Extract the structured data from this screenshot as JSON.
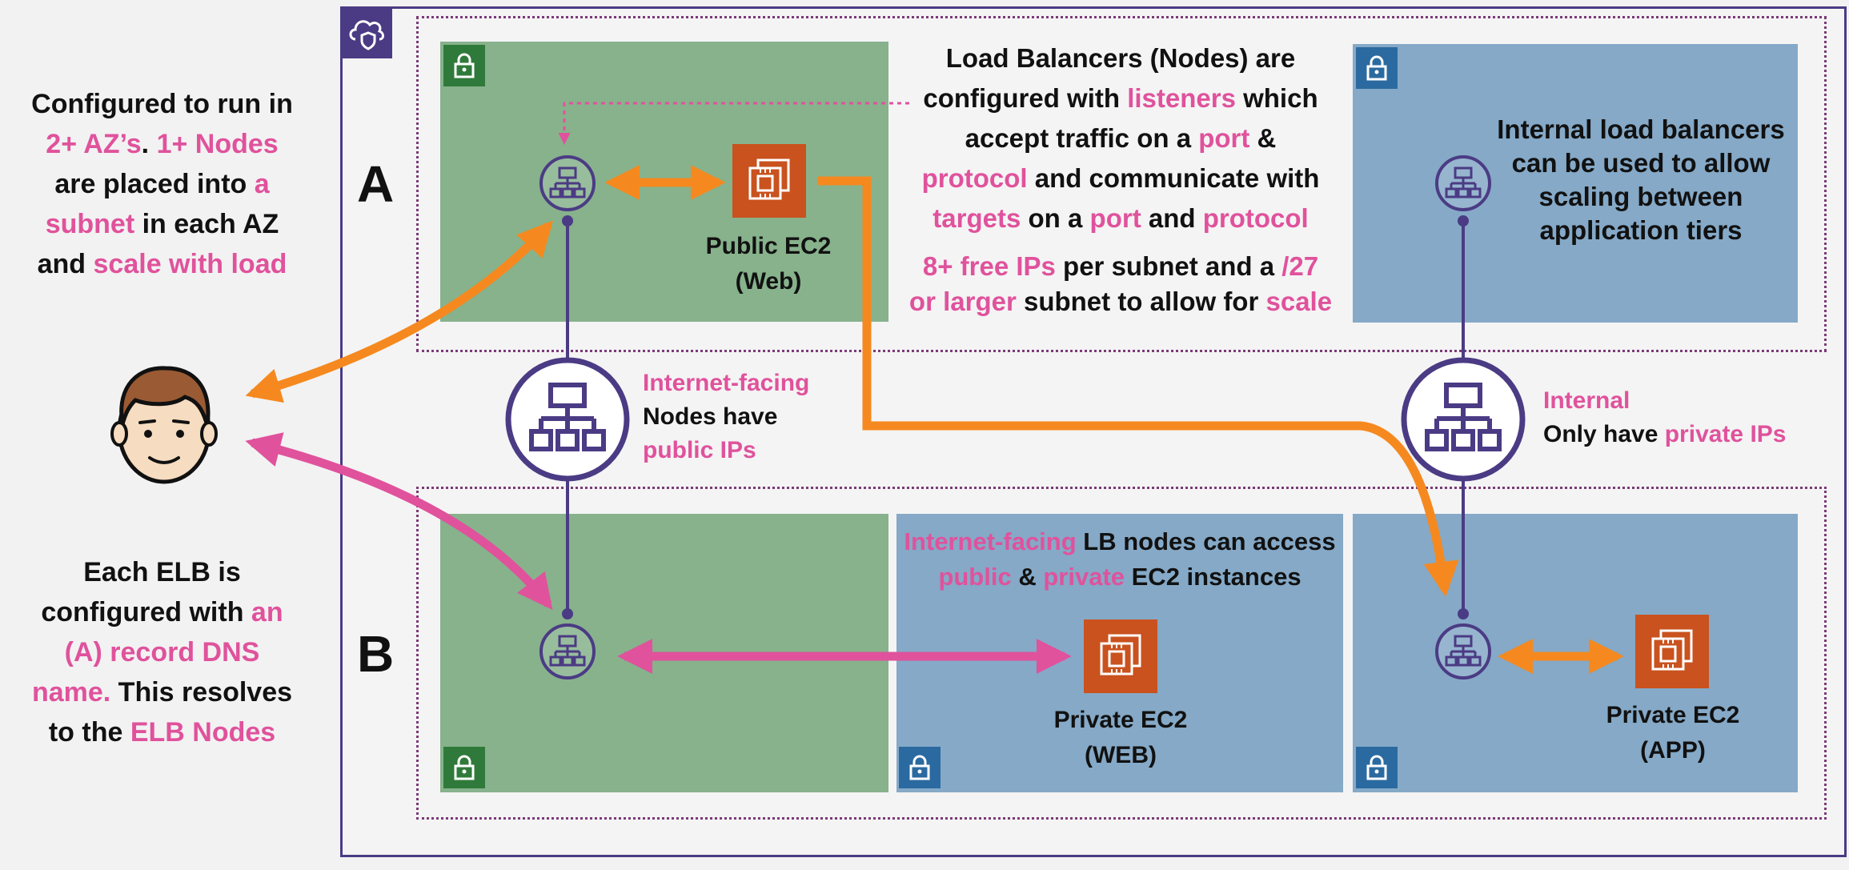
{
  "left_notes": {
    "top": [
      [
        {
          "t": "Configured to run in",
          "pink": false
        }
      ],
      [
        {
          "t": "2+ AZ’s",
          "pink": true
        },
        {
          "t": ". ",
          "pink": false
        },
        {
          "t": "1+ Nodes",
          "pink": true
        }
      ],
      [
        {
          "t": "are placed into ",
          "pink": false
        },
        {
          "t": "a",
          "pink": true
        }
      ],
      [
        {
          "t": "subnet",
          "pink": true
        },
        {
          "t": " in each AZ",
          "pink": false
        }
      ],
      [
        {
          "t": "and ",
          "pink": false
        },
        {
          "t": "scale with load",
          "pink": true
        }
      ]
    ],
    "bottom": [
      [
        {
          "t": "Each ELB is",
          "pink": false
        }
      ],
      [
        {
          "t": "configured with ",
          "pink": false
        },
        {
          "t": "an",
          "pink": true
        }
      ],
      [
        {
          "t": "(A) record DNS",
          "pink": true
        }
      ],
      [
        {
          "t": "name.",
          "pink": true
        },
        {
          "t": " This resolves",
          "pink": false
        }
      ],
      [
        {
          "t": "to the ",
          "pink": false
        },
        {
          "t": "ELB Nodes",
          "pink": true
        }
      ]
    ]
  },
  "az_labels": {
    "a": "A",
    "b": "B"
  },
  "listeners_note": [
    [
      {
        "t": "Load Balancers (Nodes) are",
        "pink": false
      }
    ],
    [
      {
        "t": "configured with ",
        "pink": false
      },
      {
        "t": "listeners",
        "pink": true
      },
      {
        "t": " which",
        "pink": false
      }
    ],
    [
      {
        "t": "accept traffic on a ",
        "pink": false
      },
      {
        "t": "port",
        "pink": true
      },
      {
        "t": " &",
        "pink": false
      }
    ],
    [
      {
        "t": "protocol",
        "pink": true
      },
      {
        "t": " and communicate with",
        "pink": false
      }
    ],
    [
      {
        "t": "targets",
        "pink": true
      },
      {
        "t": " on a ",
        "pink": false
      },
      {
        "t": "port",
        "pink": true
      },
      {
        "t": " and ",
        "pink": false
      },
      {
        "t": "protocol",
        "pink": true
      }
    ]
  ],
  "ips_note": [
    [
      {
        "t": "8+ free IPs",
        "pink": true
      },
      {
        "t": " per subnet and a ",
        "pink": false
      },
      {
        "t": "/27",
        "pink": true
      }
    ],
    [
      {
        "t": "or larger",
        "pink": true
      },
      {
        "t": " subnet to allow for ",
        "pink": false
      },
      {
        "t": "scale",
        "pink": true
      }
    ]
  ],
  "internal_lb_note": [
    [
      {
        "t": "Internal load balancers",
        "pink": false
      }
    ],
    [
      {
        "t": "can be used to allow",
        "pink": false
      }
    ],
    [
      {
        "t": "scaling between",
        "pink": false
      }
    ],
    [
      {
        "t": "application tiers",
        "pink": false
      }
    ]
  ],
  "internet_facing_label": [
    [
      {
        "t": "Internet-facing",
        "pink": true
      }
    ],
    [
      {
        "t": "Nodes have",
        "pink": false
      }
    ],
    [
      {
        "t": "public IPs",
        "pink": true
      }
    ]
  ],
  "internal_label": [
    [
      {
        "t": "Internal",
        "pink": true
      }
    ],
    [
      {
        "t": "Only have ",
        "pink": false
      },
      {
        "t": "private IPs",
        "pink": true
      }
    ]
  ],
  "access_note": [
    [
      {
        "t": "Internet-facing",
        "pink": true
      },
      {
        "t": " LB nodes can access",
        "pink": false
      }
    ],
    [
      {
        "t": "public",
        "pink": true
      },
      {
        "t": " & ",
        "pink": false
      },
      {
        "t": "private",
        "pink": true
      },
      {
        "t": " EC2 instances",
        "pink": false
      }
    ]
  ],
  "instances": {
    "public_web": {
      "line1": "Public EC2",
      "line2": "(Web)"
    },
    "private_web": {
      "line1": "Private EC2",
      "line2": "(WEB)"
    },
    "private_app": {
      "line1": "Private EC2",
      "line2": "(APP)"
    }
  },
  "colors": {
    "pink": "#e0529c",
    "orange": "#f5891f",
    "purple": "#4b3b84",
    "subnet_green": "#87b28c",
    "subnet_blue": "#85a9c7",
    "ec2": "#c9521e",
    "lock_green": "#2f7a3a",
    "lock_blue": "#2b6aa0"
  },
  "icons": [
    "vpc-cloud-shield-icon",
    "lock-icon",
    "load-balancer-icon",
    "ec2-instance-icon",
    "user-avatar-icon"
  ]
}
